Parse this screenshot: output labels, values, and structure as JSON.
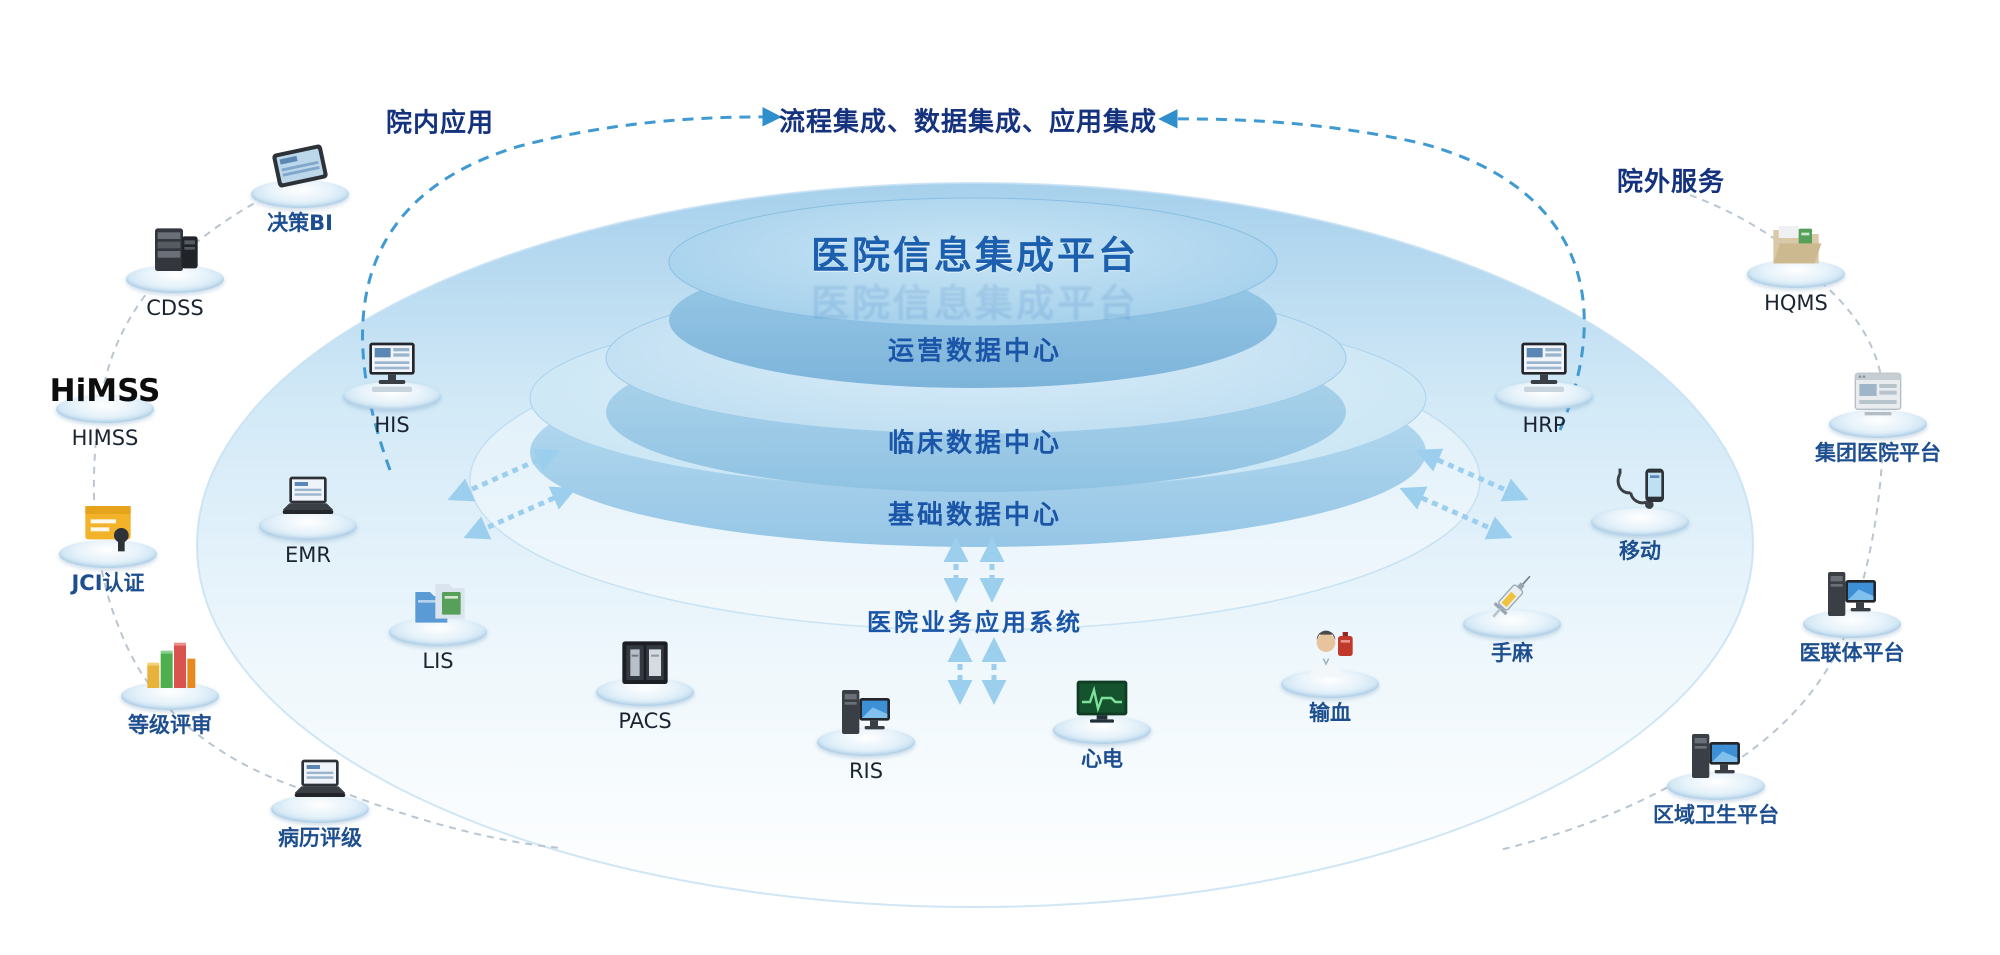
{
  "palette": {
    "title_blue": "#1c5fae",
    "heading_navy": "#15327e",
    "layer_label_blue": "#1b55a8",
    "node_label_navy": "#1d4e8f",
    "node_label_dark": "#1b2430",
    "platform_top_blue": "#a6d0ec",
    "platform_bottom": "#ffffff",
    "integration_arc_blue": "#3f9ad2",
    "connector_gray": "#b9c6d2",
    "sync_arrow_blue": "#9ccfee"
  },
  "diagram": {
    "title": "医院信息集成平台",
    "banner": "流程集成、数据集成、应用集成",
    "left_group_title": "院内应用",
    "right_group_title": "院外服务",
    "layers": [
      {
        "label": "运营数据中心"
      },
      {
        "label": "临床数据中心"
      },
      {
        "label": "基础数据中心"
      }
    ],
    "apps_zone_label": "医院业务应用系统",
    "himss_logo": "HiMSS",
    "nodes": [
      {
        "label": "决策BI",
        "icon": "tablet-icon"
      },
      {
        "label": "CDSS",
        "icon": "server-icon"
      },
      {
        "label": "HIMSS",
        "icon": "himss-logo"
      },
      {
        "label": "JCI认证",
        "icon": "certificate-icon"
      },
      {
        "label": "等级评审",
        "icon": "bar-chart-icon"
      },
      {
        "label": "病历评级",
        "icon": "laptop-icon"
      },
      {
        "label": "HIS",
        "icon": "desktop-computer-icon"
      },
      {
        "label": "EMR",
        "icon": "laptop-icon"
      },
      {
        "label": "LIS",
        "icon": "folders-icon"
      },
      {
        "label": "PACS",
        "icon": "xray-icon"
      },
      {
        "label": "RIS",
        "icon": "workstation-icon"
      },
      {
        "label": "心电",
        "icon": "ecg-monitor-icon"
      },
      {
        "label": "输血",
        "icon": "nurse-blood-icon"
      },
      {
        "label": "手麻",
        "icon": "syringe-icon"
      },
      {
        "label": "移动",
        "icon": "mobile-stethoscope-icon"
      },
      {
        "label": "HRP",
        "icon": "desktop-computer-icon"
      },
      {
        "label": "HQMS",
        "icon": "folder-files-icon"
      },
      {
        "label": "集团医院平台",
        "icon": "webpage-icon"
      },
      {
        "label": "医联体平台",
        "icon": "workstation-icon"
      },
      {
        "label": "区域卫生平台",
        "icon": "workstation-icon"
      }
    ]
  }
}
